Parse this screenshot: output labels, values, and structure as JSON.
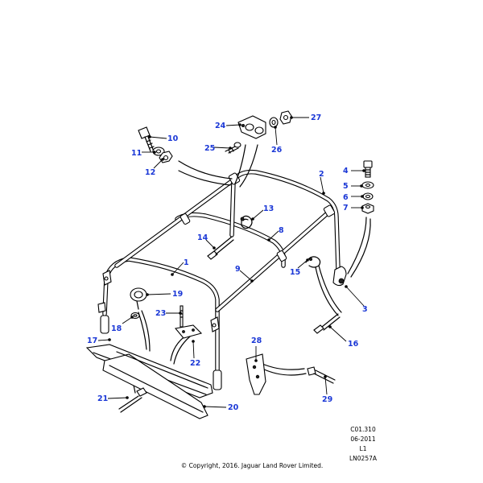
{
  "callouts": [
    {
      "id": "c1",
      "label": "1"
    },
    {
      "id": "c2",
      "label": "2"
    },
    {
      "id": "c3",
      "label": "3"
    },
    {
      "id": "c4",
      "label": "4"
    },
    {
      "id": "c5",
      "label": "5"
    },
    {
      "id": "c6",
      "label": "6"
    },
    {
      "id": "c7",
      "label": "7"
    },
    {
      "id": "c8",
      "label": "8"
    },
    {
      "id": "c9",
      "label": "9"
    },
    {
      "id": "c10",
      "label": "10"
    },
    {
      "id": "c11",
      "label": "11"
    },
    {
      "id": "c12",
      "label": "12"
    },
    {
      "id": "c13",
      "label": "13"
    },
    {
      "id": "c14",
      "label": "14"
    },
    {
      "id": "c15",
      "label": "15"
    },
    {
      "id": "c16",
      "label": "16"
    },
    {
      "id": "c17",
      "label": "17"
    },
    {
      "id": "c18",
      "label": "18"
    },
    {
      "id": "c19",
      "label": "19"
    },
    {
      "id": "c20",
      "label": "20"
    },
    {
      "id": "c21",
      "label": "21"
    },
    {
      "id": "c22",
      "label": "22"
    },
    {
      "id": "c23",
      "label": "23"
    },
    {
      "id": "c24",
      "label": "24"
    },
    {
      "id": "c25",
      "label": "25"
    },
    {
      "id": "c26",
      "label": "26"
    },
    {
      "id": "c27",
      "label": "27"
    },
    {
      "id": "c28",
      "label": "28"
    },
    {
      "id": "c29",
      "label": "29"
    }
  ],
  "drawing_info": {
    "code": "C01.310",
    "date": "06-2011",
    "level": "L1",
    "ref": "LN0257A"
  },
  "copyright": "© Copyright, 2016. Jaguar Land Rover Limited.",
  "colors": {
    "callout": "#1a37d6",
    "line": "#000000",
    "background": "#ffffff"
  }
}
